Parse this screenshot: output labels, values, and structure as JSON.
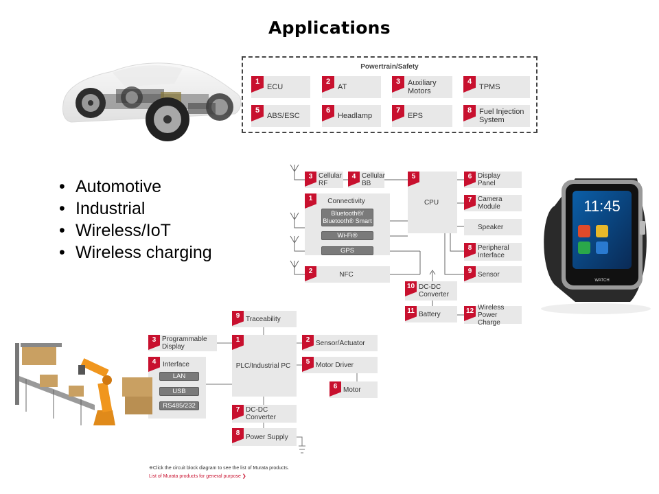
{
  "title": "Applications",
  "bullets": [
    "Automotive",
    "Industrial",
    "Wireless/IoT",
    "Wireless charging"
  ],
  "powertrain": {
    "label": "Powertrain/Safety",
    "blocks": [
      {
        "n": "1",
        "label": "ECU"
      },
      {
        "n": "2",
        "label": "AT"
      },
      {
        "n": "3",
        "label": "Auxiliary Motors"
      },
      {
        "n": "4",
        "label": "TPMS"
      },
      {
        "n": "5",
        "label": "ABS/ESC"
      },
      {
        "n": "6",
        "label": "Headlamp"
      },
      {
        "n": "7",
        "label": "EPS"
      },
      {
        "n": "8",
        "label": "Fuel Injection System"
      }
    ]
  },
  "wireless": {
    "cellular_rf": {
      "n": "3",
      "label": "Cellular RF"
    },
    "cellular_bb": {
      "n": "4",
      "label": "Cellular BB"
    },
    "cpu": {
      "n": "5",
      "label": "CPU"
    },
    "connectivity": {
      "n": "1",
      "label": "Connectivity",
      "bt": "Bluetooth®/ Bluetooth® Smart",
      "wifi": "Wi-Fi®",
      "gps": "GPS"
    },
    "nfc": {
      "n": "2",
      "label": "NFC"
    },
    "display": {
      "n": "6",
      "label": "Display Panel"
    },
    "camera": {
      "n": "7",
      "label": "Camera Module"
    },
    "speaker": {
      "label": "Speaker"
    },
    "peripheral": {
      "n": "8",
      "label": "Peripheral Interface"
    },
    "sensor": {
      "n": "9",
      "label": "Sensor"
    },
    "dcdc": {
      "n": "10",
      "label": "DC-DC Converter"
    },
    "battery": {
      "n": "11",
      "label": "Battery"
    },
    "wpc": {
      "n": "12",
      "label": "Wireless Power Charge"
    }
  },
  "watch": {
    "time": "11:45",
    "brand": "WATCH"
  },
  "industrial": {
    "traceability": {
      "n": "9",
      "label": "Traceability"
    },
    "prog_display": {
      "n": "3",
      "label": "Programmable Display"
    },
    "plc": {
      "n": "1",
      "label": "PLC/Industrial PC"
    },
    "sensor_actuator": {
      "n": "2",
      "label": "Sensor/Actuator"
    },
    "interface": {
      "n": "4",
      "label": "Interface",
      "items": [
        "LAN",
        "USB",
        "RS485/232"
      ]
    },
    "motor_driver": {
      "n": "5",
      "label": "Motor Driver"
    },
    "motor": {
      "n": "6",
      "label": "Motor"
    },
    "dcdc": {
      "n": "7",
      "label": "DC-DC Converter"
    },
    "power_supply": {
      "n": "8",
      "label": "Power Supply"
    }
  },
  "footnote": "※Click the circuit block diagram to see the list of Murata products.",
  "link": "List of Murata products for general purpose ❯"
}
